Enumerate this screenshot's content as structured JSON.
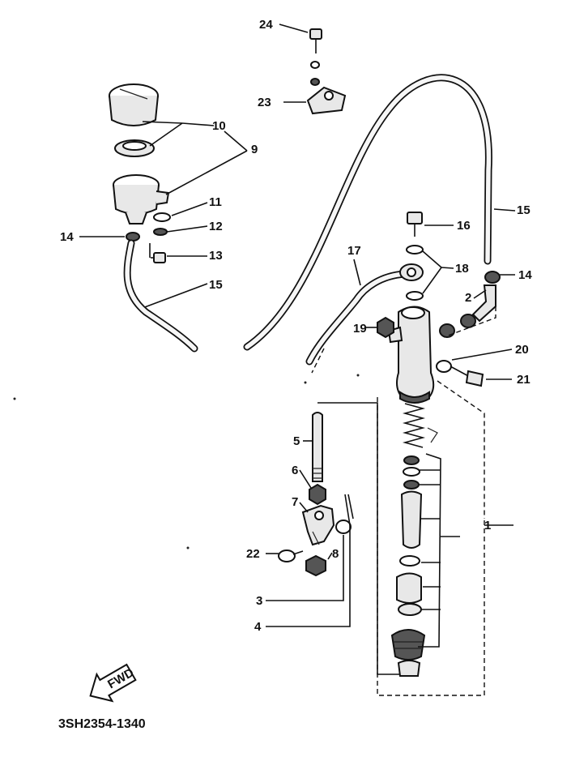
{
  "diagram": {
    "callouts": [
      "1",
      "2",
      "3",
      "4",
      "5",
      "6",
      "7",
      "8",
      "9",
      "10",
      "11",
      "12",
      "13",
      "14",
      "14",
      "15",
      "15",
      "16",
      "17",
      "18",
      "19",
      "20",
      "21",
      "22",
      "23",
      "24"
    ],
    "part_code": "3SH2354-1340",
    "fwd_arrow_text": "FWD"
  }
}
